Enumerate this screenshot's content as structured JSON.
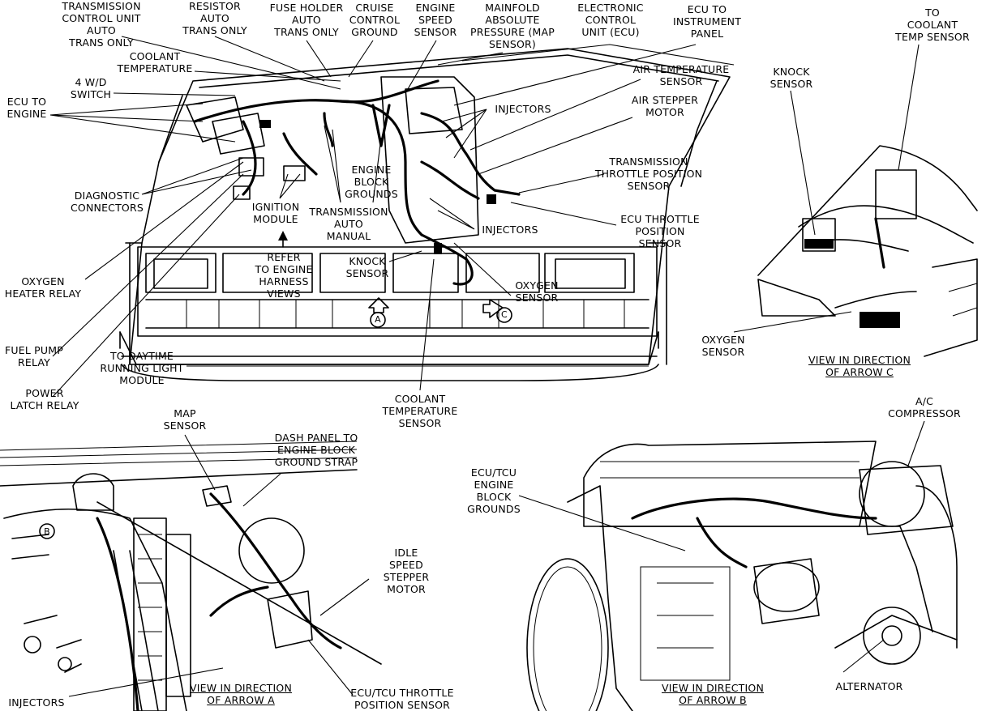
{
  "colors": {
    "ink": "#000000",
    "paper": "#ffffff"
  },
  "main": {
    "labels": {
      "tcu": "TRANSMISSION\nCONTROL UNIT\nAUTO\nTRANS ONLY",
      "resistor": "RESISTOR\nAUTO\nTRANS ONLY",
      "fuse_holder": "FUSE HOLDER\nAUTO\nTRANS ONLY",
      "cruise_ground": "CRUISE\nCONTROL\nGROUND",
      "engine_speed": "ENGINE\nSPEED\nSENSOR",
      "map_top": "MAINFOLD\nABSOLUTE\nPRESSURE (MAP\nSENSOR)",
      "ecu": "ELECTRONIC\nCONTROL\nUNIT (ECU)",
      "ecu_panel": "ECU TO\nINSTRUMENT\nPANEL",
      "coolant_temp": "COOLANT\nTEMPERATURE",
      "four_wd": "4 W/D\nSWITCH",
      "ecu_engine": "ECU TO\nENGINE",
      "injectors_1": "INJECTORS",
      "air_temp": "AIR TEMPERATURE\nSENSOR",
      "air_stepper": "AIR STEPPER\nMOTOR",
      "engine_block_grounds": "ENGINE\nBLOCK\nGROUNDS",
      "trans_throttle": "TRANSMISSION\nTHROTTLE POSITION\nSENSOR",
      "diag": "DIAGNOSTIC\nCONNECTORS",
      "ignition": "IGNITION\nMODULE",
      "trans_auto_manual": "TRANSMISSION\nAUTO\nMANUAL",
      "injectors_2": "INJECTORS",
      "ecu_throttle": "ECU THROTTLE\nPOSITION\nSENSOR",
      "refer": "REFER\nTO ENGINE\nHARNESS\nVIEWS",
      "knock": "KNOCK\nSENSOR",
      "oxygen": "OXYGEN\nSENSOR",
      "oxygen_heater": "OXYGEN\nHEATER RELAY",
      "fuel_pump": "FUEL PUMP\nRELAY",
      "daytime": "TO DAYTIME\nRUNNING LIGHT\nMODULE",
      "power_latch": "POWER\nLATCH RELAY",
      "coolant_sensor": "COOLANT\nTEMPERATURE\nSENSOR",
      "arrow_a": "A",
      "arrow_c": "C"
    }
  },
  "view_c": {
    "labels": {
      "to_coolant": "TO\nCOOLANT\nTEMP SENSOR",
      "knock": "KNOCK\nSENSOR",
      "oxygen": "OXYGEN\nSENSOR",
      "caption": "VIEW IN DIRECTION\nOF ARROW C"
    }
  },
  "view_a": {
    "labels": {
      "map": "MAP\nSENSOR",
      "dash_panel": "DASH PANEL TO\nENGINE BLOCK\nGROUND STRAP",
      "idle_speed": "IDLE\nSPEED\nSTEPPER\nMOTOR",
      "injectors": "INJECTORS",
      "caption": "VIEW IN DIRECTION\nOF ARROW A",
      "tcu_throttle": "ECU/TCU THROTTLE\nPOSITION SENSOR",
      "marker_b": "B"
    }
  },
  "view_b": {
    "labels": {
      "ac": "A/C\nCOMPRESSOR",
      "grounds": "ECU/TCU\nENGINE\nBLOCK\nGROUNDS",
      "caption": "VIEW IN DIRECTION\nOF ARROW B",
      "alternator": "ALTERNATOR"
    }
  }
}
